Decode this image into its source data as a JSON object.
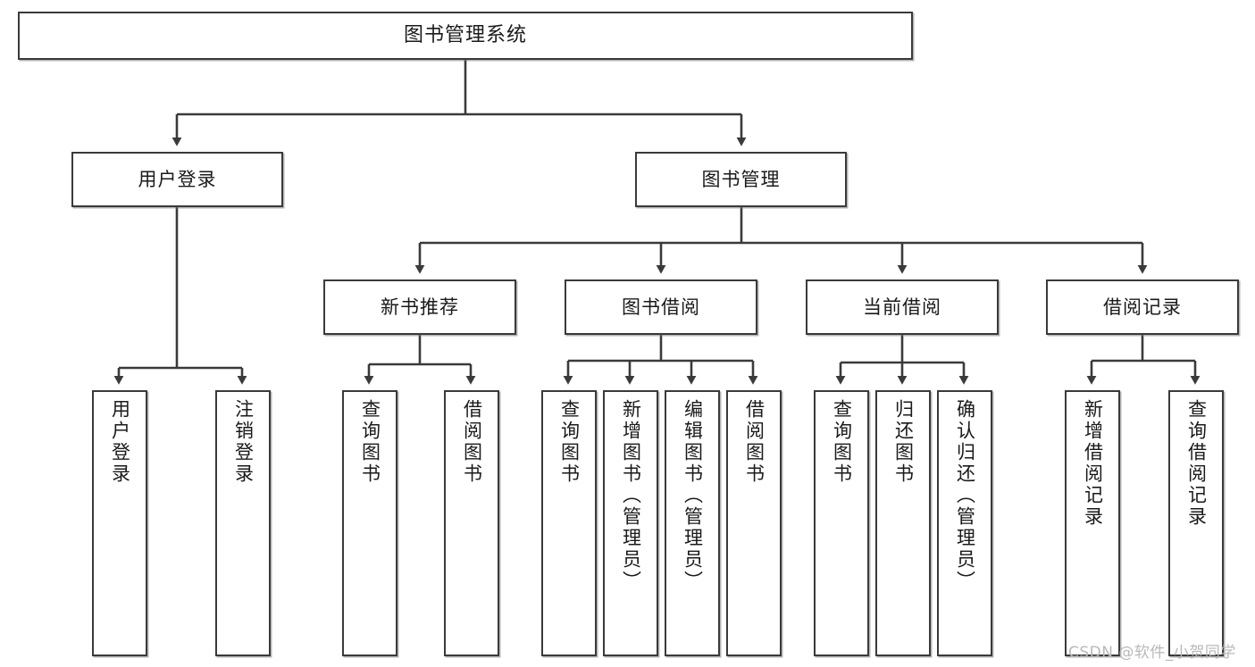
{
  "diagram": {
    "title": "图书管理系统",
    "type": "tree",
    "theme": {
      "background": "#ffffff",
      "node_fill": "#ffffff",
      "node_stroke": "#3a3a3a",
      "edge_stroke": "#3a3a3a",
      "text_color": "#1a1a1a",
      "watermark_color": "#b9b9b9"
    },
    "watermark": "CSDN @软件_小贺同学"
  },
  "nodes": {
    "root": {
      "label": "图书管理系统"
    },
    "level1": [
      {
        "id": "user-login",
        "label": "用户登录"
      },
      {
        "id": "book-manage",
        "label": "图书管理"
      }
    ],
    "level2": [
      {
        "id": "new-book-recommend",
        "label": "新书推荐"
      },
      {
        "id": "book-borrow",
        "label": "图书借阅"
      },
      {
        "id": "current-borrow",
        "label": "当前借阅"
      },
      {
        "id": "borrow-record",
        "label": "借阅记录"
      }
    ],
    "leaves": {
      "user-login": [
        {
          "id": "leaf-user-login",
          "label": "用户登录"
        },
        {
          "id": "leaf-user-logout",
          "label": "注销登录"
        }
      ],
      "new-book-recommend": [
        {
          "id": "leaf-query-book-1",
          "label": "查询图书"
        },
        {
          "id": "leaf-borrow-book-1",
          "label": "借阅图书"
        }
      ],
      "book-borrow": [
        {
          "id": "leaf-query-book-2",
          "label": "查询图书"
        },
        {
          "id": "leaf-add-book",
          "label": "新增图书（管理员）"
        },
        {
          "id": "leaf-edit-book",
          "label": "编辑图书（管理员）"
        },
        {
          "id": "leaf-borrow-book-2",
          "label": "借阅图书"
        }
      ],
      "current-borrow": [
        {
          "id": "leaf-query-book-3",
          "label": "查询图书"
        },
        {
          "id": "leaf-return-book",
          "label": "归还图书"
        },
        {
          "id": "leaf-confirm-return",
          "label": "确认归还（管理员）"
        }
      ],
      "borrow-record": [
        {
          "id": "leaf-add-record",
          "label": "新增借阅记录"
        },
        {
          "id": "leaf-query-record",
          "label": "查询借阅记录"
        }
      ]
    }
  }
}
